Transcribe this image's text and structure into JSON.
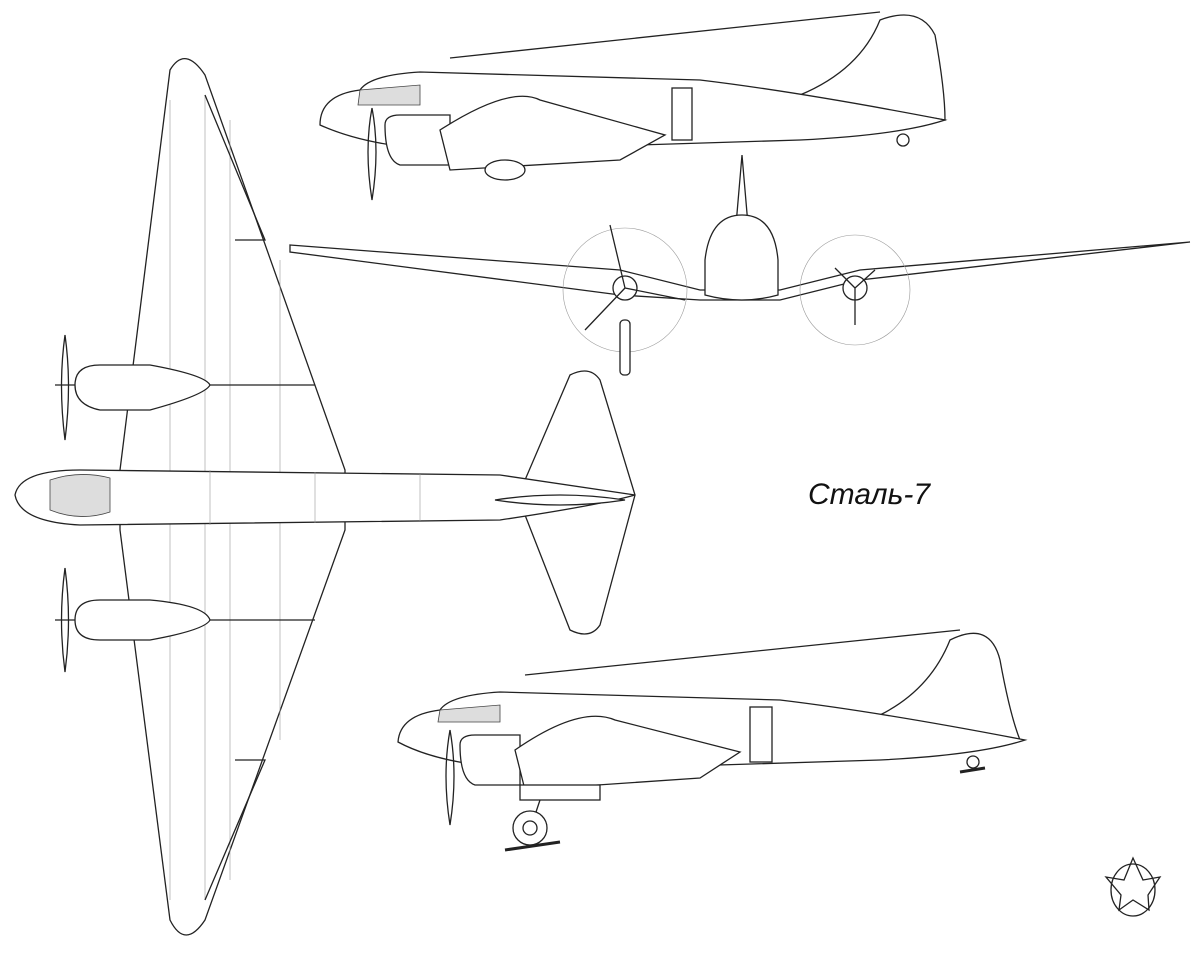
{
  "title": "Сталь-7",
  "logo": {
    "name": "red-star-emblem"
  },
  "views": [
    "plan-view",
    "side-view-upper",
    "front-view",
    "side-view-lower"
  ]
}
